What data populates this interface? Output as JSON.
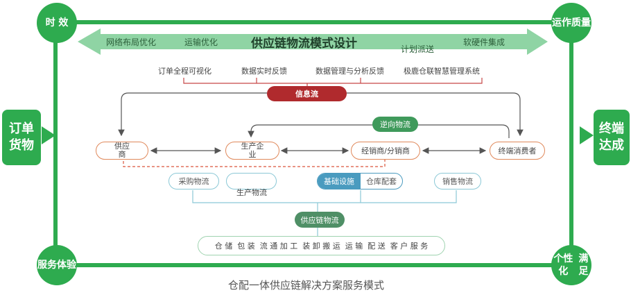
{
  "corners": {
    "top_left": "时 效",
    "top_right": [
      "运作",
      "质量"
    ],
    "bottom_left": [
      "服务",
      "体验"
    ],
    "bottom_right": [
      "个性化",
      "满足"
    ]
  },
  "side": {
    "left": [
      "订单",
      "货物"
    ],
    "right": [
      "终端",
      "达成"
    ]
  },
  "banner": {
    "title": "供应链物流模式设计",
    "items": [
      "网络布局优化",
      "运输优化",
      "计划派送",
      "软硬件集成"
    ]
  },
  "info_items": [
    "订单全程可视化",
    "数据实时反馈",
    "数据管理与分析反馈",
    "极鹿仓联智慧管理系统"
  ],
  "info_flow_label": "信息流",
  "reverse_flow_label": "逆向物流",
  "nodes": {
    "supplier": [
      "供应",
      "商"
    ],
    "producer": [
      "生产企",
      "业"
    ],
    "distributor": "经销商/分销商",
    "consumer": "终端消费者"
  },
  "logistics": {
    "purchase": "采购物流",
    "production": "生产物流",
    "infrastructure": "基础设施",
    "warehouse": "仓库配套",
    "sales": "销售物流"
  },
  "supply_chain_label": "供应链物流",
  "services": "仓 储  包 装  流 通 加 工  装 卸 搬 运  运 输  配 送  客 户 服 务",
  "caption": "仓配一体供应链解决方案服务模式",
  "colors": {
    "primary_green": "#2eab4f",
    "banner_green": "#8fd4a4",
    "info_red": "#b02a2d",
    "chain_green": "#4f9a63",
    "node_orange": "#e0885a",
    "teal_blue": "#4a9bbf"
  }
}
